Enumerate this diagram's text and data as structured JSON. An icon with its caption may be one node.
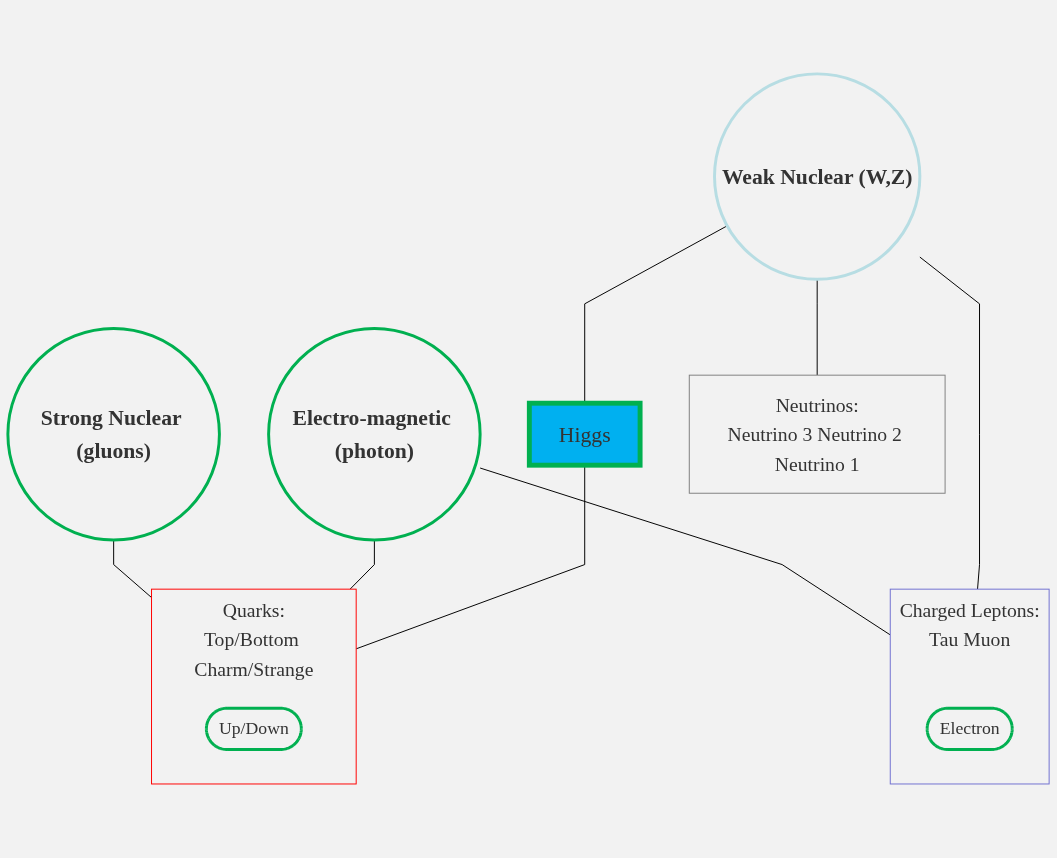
{
  "diagram": {
    "nodes": [
      {
        "text": [
          "Electro-magnetic (photon)"
        ]
      },
      {
        "text": [
          "Weak Nuclear (W,Z)"
        ]
      },
      {
        "text": [
          "Strong Nuclear (gluons)"
        ]
      },
      {
        "text": [
          "Higgs"
        ]
      },
      {
        "text": [
          "Quarks:",
          "Top/Bottom Charm/Strange"
        ]
      },
      {
        "text": [
          "Up/Down"
        ],
        "in": 4
      },
      {
        "text": [
          "Charged Leptons:",
          "Tau Muon"
        ]
      },
      {
        "text": [
          "Electron"
        ],
        "in": 6
      },
      {
        "text": [
          "Neutrinos:",
          "Neutrino 3 Neutrino 2 Neutrino 1"
        ]
      }
    ],
    "edges": [
      {
        "from": 2,
        "to": 4,
        "arrow": "none"
      },
      {
        "from": 0,
        "to": 4,
        "arrow": "none"
      },
      {
        "from": 0,
        "to": 6,
        "arrow": "none"
      },
      {
        "from": 1,
        "to": 3,
        "arrow": "none"
      },
      {
        "from": 1,
        "to": 6,
        "arrow": "none"
      },
      {
        "from": 1,
        "to": 8,
        "arrow": "none"
      },
      {
        "from": 3,
        "to": 4,
        "arrow": "none"
      }
    ]
  }
}
